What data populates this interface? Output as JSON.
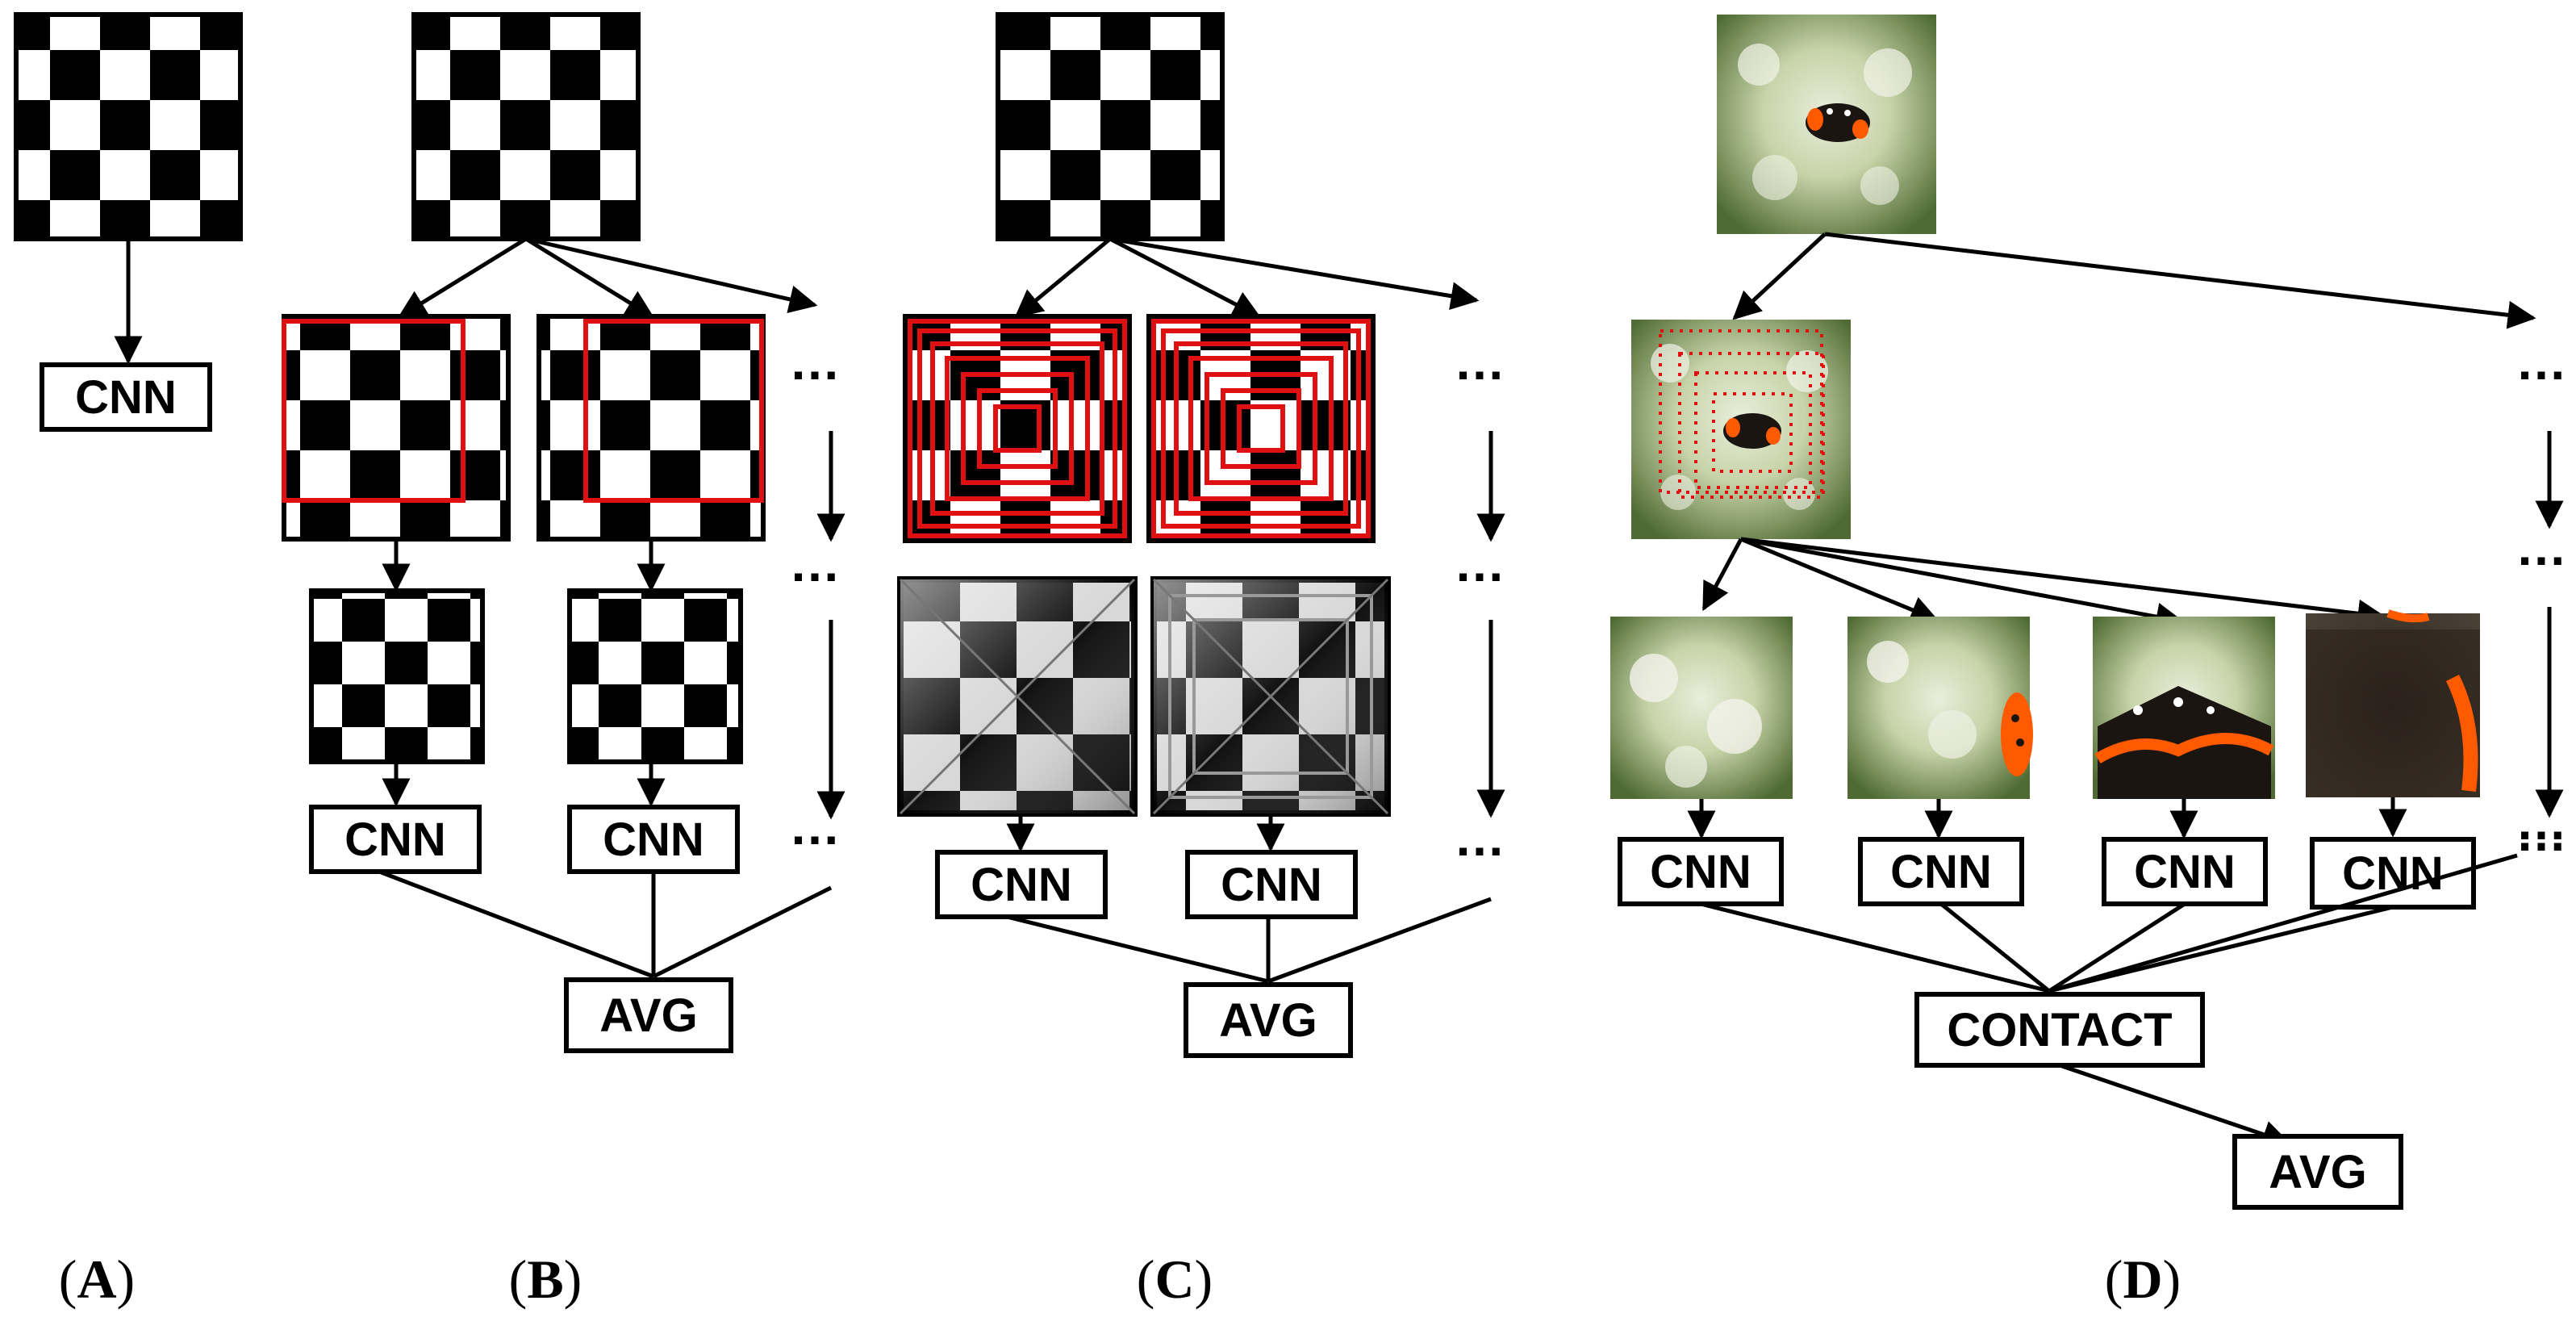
{
  "panels": {
    "A": {
      "label": "A",
      "cnn": "CNN"
    },
    "B": {
      "label": "B",
      "cnn_1": "CNN",
      "cnn_2": "CNN",
      "cnn_more": "…",
      "avg": "AVG"
    },
    "C": {
      "label": "C",
      "cnn_1": "CNN",
      "cnn_2": "CNN",
      "cnn_more": "…",
      "avg": "AVG"
    },
    "D": {
      "label": "D",
      "cnn_1": "CNN",
      "cnn_2": "CNN",
      "cnn_3": "CNN",
      "cnn_4": "CNN",
      "concat": "CONTACT",
      "avg": "AVG"
    }
  },
  "ellipsis": "…",
  "colors": {
    "crop_red": "#e01010",
    "line": "#000000",
    "foliage_green": "#6f8f4a",
    "butterfly_orange": "#ff5a00"
  },
  "icons": [
    "checkerboard-image",
    "butterfly-photo"
  ]
}
